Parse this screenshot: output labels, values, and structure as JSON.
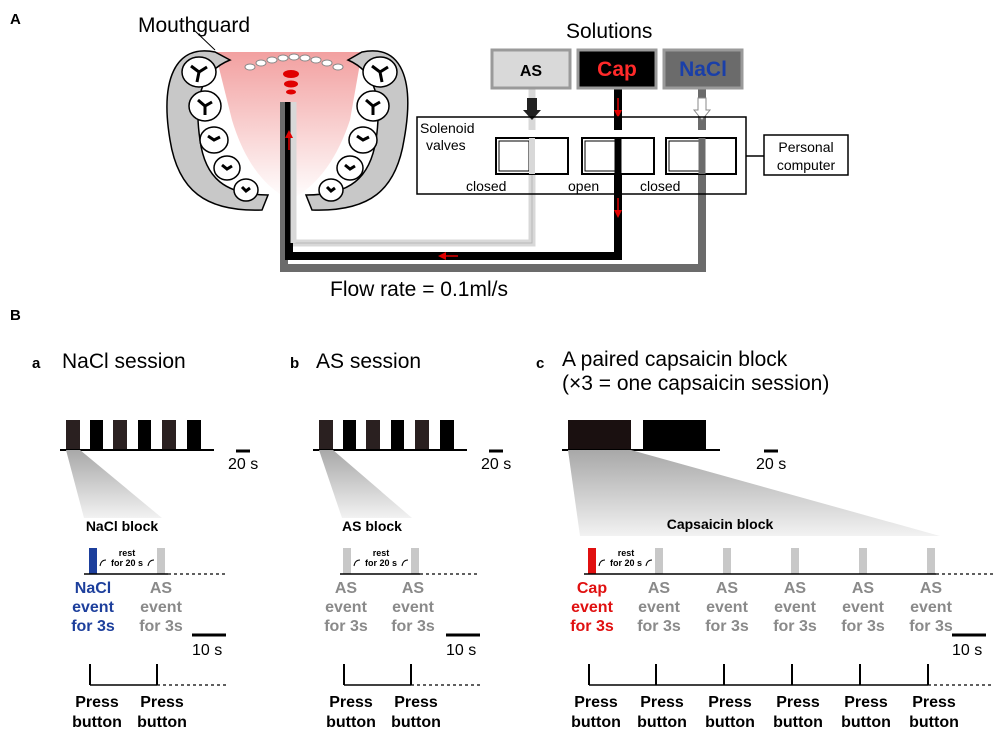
{
  "panel_a": {
    "letter": "A",
    "mouthguard_label": "Mouthguard",
    "solutions_label": "Solutions",
    "solutions": [
      {
        "label": "AS",
        "valve_state": "closed",
        "box_fill": "#d9d9d9",
        "text_color": "#000000"
      },
      {
        "label": "Cap",
        "valve_state": "open",
        "box_fill": "#000000",
        "text_color": "#ff2a2a"
      },
      {
        "label": "NaCl",
        "valve_state": "closed",
        "box_fill": "#6b6b6b",
        "text_color": "#1a3fa8"
      }
    ],
    "valves_label_line1": "Solenoid",
    "valves_label_line2": "valves",
    "computer_line1": "Personal",
    "computer_line2": "computer",
    "flow_rate": "Flow rate = 0.1ml/s"
  },
  "panel_b": {
    "letter": "B",
    "sessions": [
      {
        "letter": "a",
        "title": "NaCl session",
        "scale_top": "20 s",
        "block_label": "NaCl block",
        "rest_line1": "rest",
        "rest_line2": "for 20 s",
        "events": [
          {
            "line1": "NaCl",
            "line2": "event",
            "line3": "for 3s",
            "color": "#1d3f9c",
            "bold": true
          },
          {
            "line1": "AS",
            "line2": "event",
            "line3": "for 3s",
            "color": "#8a8a8a",
            "bold": true
          }
        ],
        "scale_bottom": "10 s",
        "press": [
          "Press",
          "button"
        ]
      },
      {
        "letter": "b",
        "title": "AS session",
        "scale_top": "20 s",
        "block_label": "AS block",
        "rest_line1": "rest",
        "rest_line2": "for 20 s",
        "events": [
          {
            "line1": "AS",
            "line2": "event",
            "line3": "for 3s",
            "color": "#8a8a8a",
            "bold": true
          },
          {
            "line1": "AS",
            "line2": "event",
            "line3": "for 3s",
            "color": "#8a8a8a",
            "bold": true
          }
        ],
        "scale_bottom": "10 s",
        "press": [
          "Press",
          "button"
        ]
      },
      {
        "letter": "c",
        "title_line1": "A paired capsaicin block",
        "title_line2": "(×3 = one capsaicin session)",
        "scale_top": "20 s",
        "block_label": "Capsaicin block",
        "rest_line1": "rest",
        "rest_line2": "for 20 s",
        "events": [
          {
            "line1": "Cap",
            "line2": "event",
            "line3": "for 3s",
            "color": "#e01010"
          },
          {
            "line1": "AS",
            "line2": "event",
            "line3": "for 3s",
            "color": "#8a8a8a"
          },
          {
            "line1": "AS",
            "line2": "event",
            "line3": "for 3s",
            "color": "#8a8a8a"
          },
          {
            "line1": "AS",
            "line2": "event",
            "line3": "for 3s",
            "color": "#8a8a8a"
          },
          {
            "line1": "AS",
            "line2": "event",
            "line3": "for 3s",
            "color": "#8a8a8a"
          },
          {
            "line1": "AS",
            "line2": "event",
            "line3": "for 3s",
            "color": "#8a8a8a"
          }
        ],
        "scale_bottom": "10 s",
        "press": [
          "Press",
          "button"
        ]
      }
    ]
  }
}
